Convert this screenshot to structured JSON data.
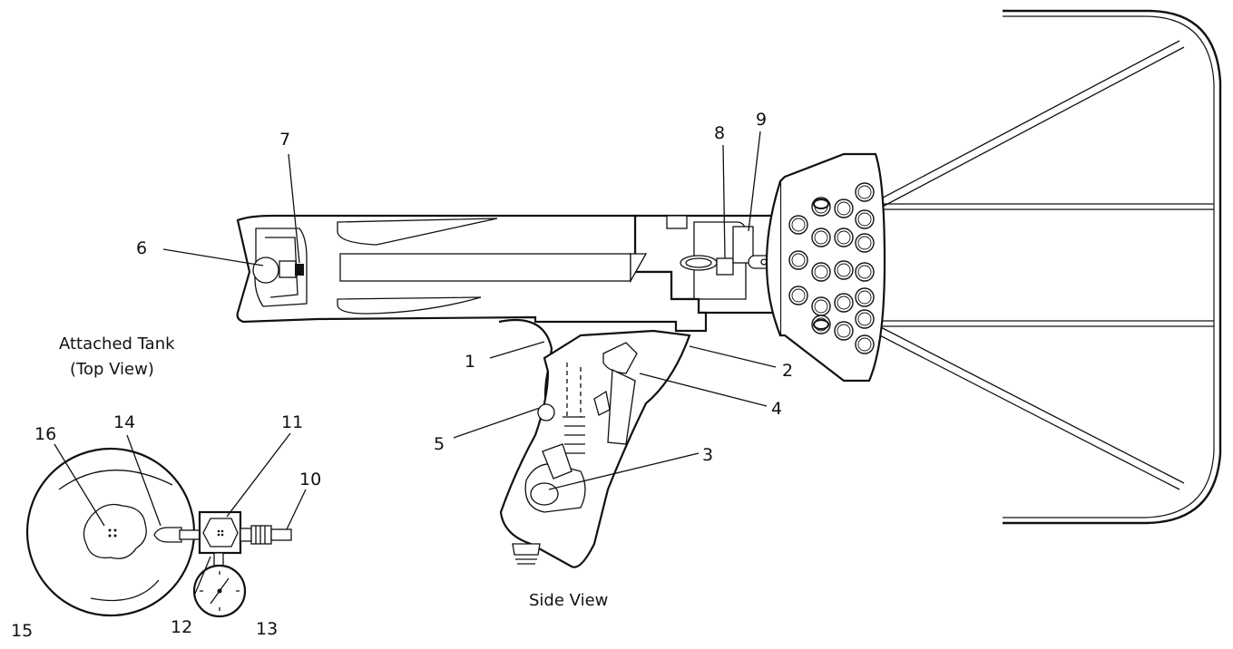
{
  "captions": {
    "side_view": "Side View",
    "attached_tank_line1": "Attached Tank",
    "attached_tank_line2": "(Top View)"
  },
  "callouts": [
    "1",
    "2",
    "3",
    "4",
    "5",
    "6",
    "7",
    "8",
    "9",
    "10",
    "11",
    "12",
    "13",
    "14",
    "15",
    "16"
  ],
  "colors": {
    "ink": "#111111",
    "paper": "#ffffff"
  }
}
